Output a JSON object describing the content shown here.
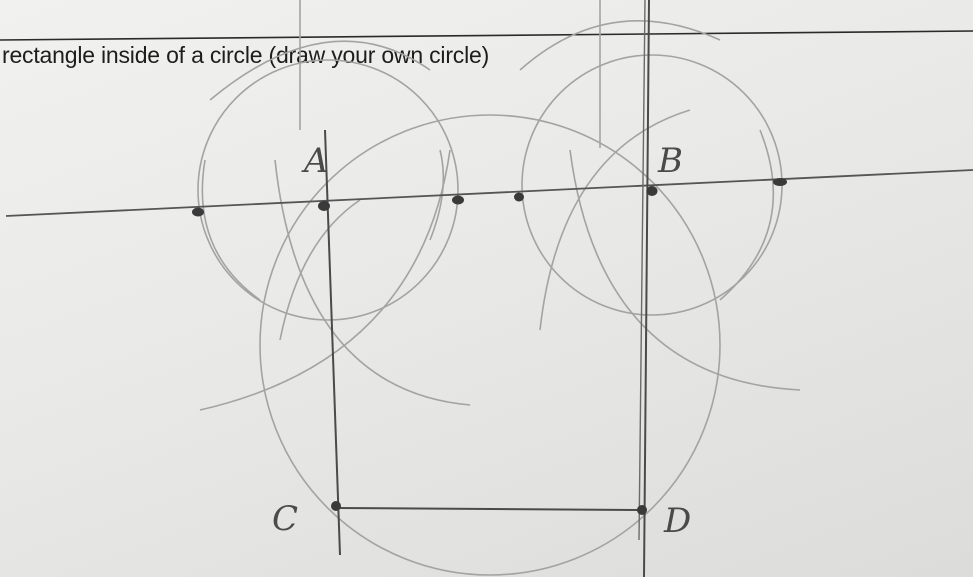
{
  "instruction": {
    "text": "rectangle inside of a circle (draw your own circle)"
  },
  "vertices": {
    "a": "A",
    "b": "B",
    "c": "C",
    "d": "D"
  },
  "colors": {
    "paper": "#eeeeec",
    "pencil_dark": "#4a4a4a",
    "pencil_light": "#9a9a9a",
    "ink": "#1d1d1d"
  }
}
